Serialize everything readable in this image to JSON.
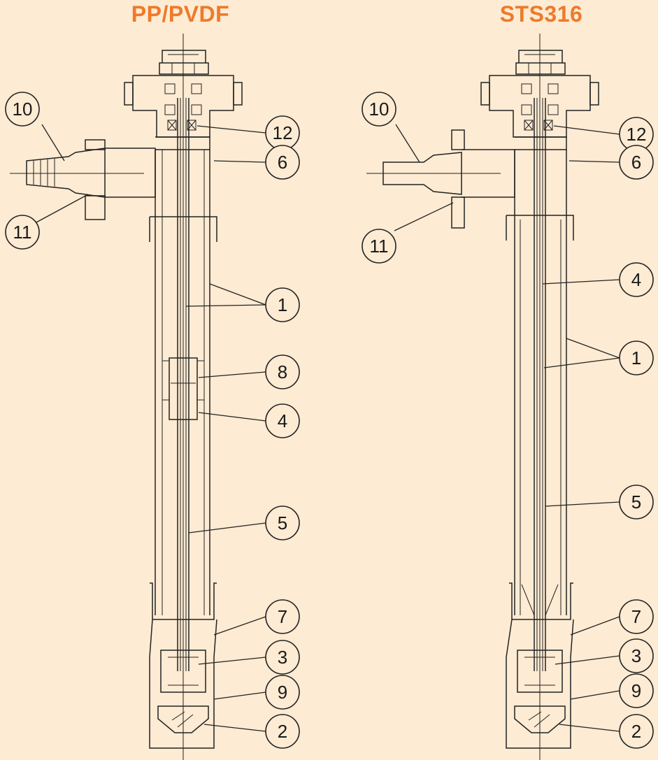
{
  "titles": {
    "left": "PP/PVDF",
    "right": "STS316"
  },
  "colors": {
    "background": "#fdebd3",
    "title": "#ee7a2b",
    "line": "#222222"
  },
  "left_callouts": [
    "10",
    "11",
    "12",
    "6",
    "1",
    "8",
    "4",
    "5",
    "7",
    "3",
    "9",
    "2"
  ],
  "right_callouts": [
    "10",
    "11",
    "12",
    "6",
    "4",
    "1",
    "5",
    "7",
    "3",
    "9",
    "2"
  ]
}
